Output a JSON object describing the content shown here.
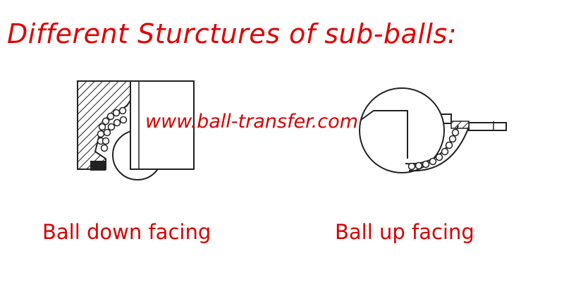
{
  "title": "Different Sturctures of sub-balls:",
  "watermark": "www.ball-transfer.com",
  "figures": {
    "left_caption": "Ball down facing",
    "right_caption": "Ball up facing"
  },
  "colors": {
    "text_red": "#d80000",
    "line": "#222222"
  }
}
